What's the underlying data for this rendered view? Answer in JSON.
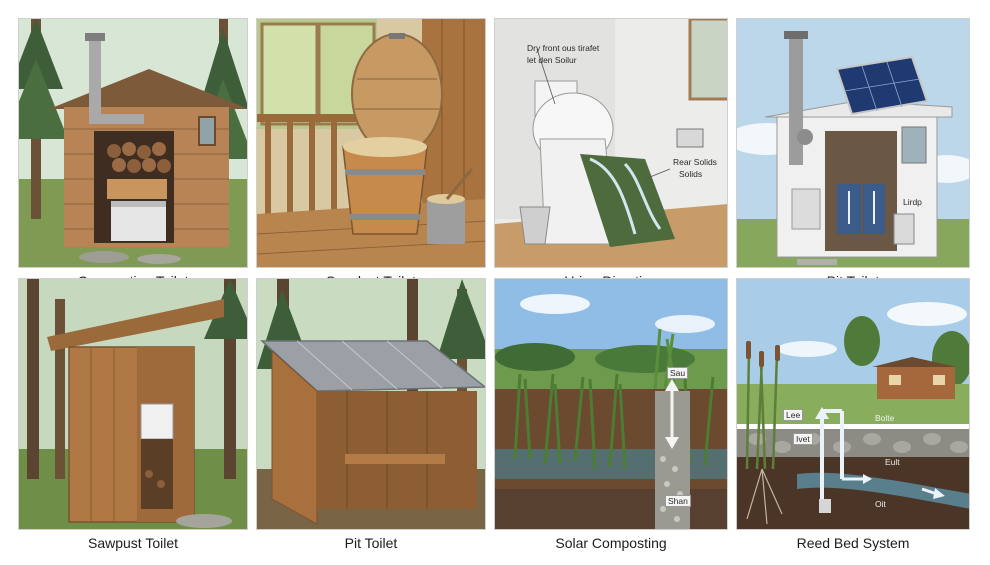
{
  "panels": [
    {
      "id": "p1",
      "caption": "Composting Toilet"
    },
    {
      "id": "p2",
      "caption": "Sawdust Toilet"
    },
    {
      "id": "p3",
      "caption": "Urine-Diverting",
      "annotations": [
        "Dry front ous tirafet",
        "let den Soilur",
        "Rear Solids",
        "Solids"
      ]
    },
    {
      "id": "p4",
      "caption": "Pit Toilet",
      "annotations": [
        "Lirdp"
      ]
    },
    {
      "id": "p5",
      "caption": "Sawpust Toilet"
    },
    {
      "id": "p6",
      "caption": "Pit Toilet"
    },
    {
      "id": "p7",
      "caption": "Solar Composting",
      "annotations": [
        "Sau",
        "Shan"
      ]
    },
    {
      "id": "p8",
      "caption": "Reed Bed System",
      "annotations": [
        "Lee",
        "Ivet",
        "Bolte",
        "Eult",
        "Oit"
      ]
    }
  ]
}
